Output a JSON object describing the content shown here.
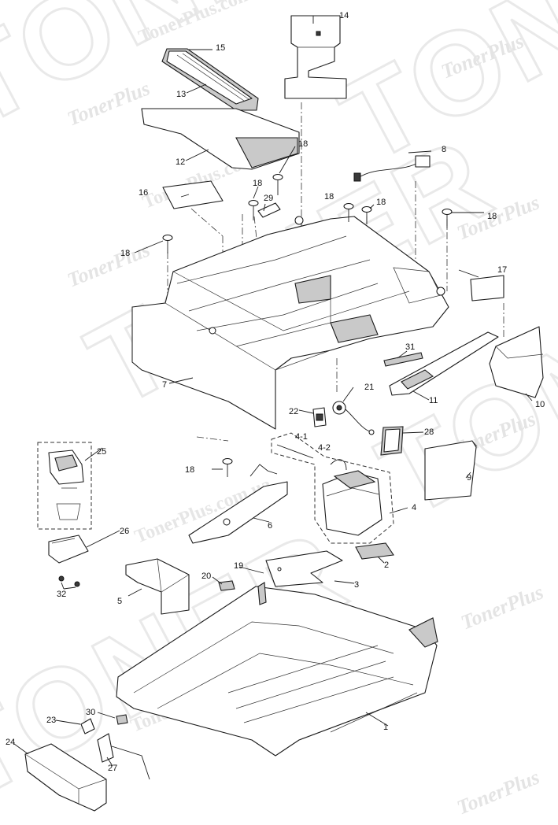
{
  "diagram": {
    "watermarks": {
      "brand": "TONER",
      "site": "TonerPlus",
      "url": "TonerPlus.com.ua"
    },
    "callouts": {
      "c1": "1",
      "c2": "2",
      "c3": "3",
      "c4": "4",
      "c4_1": "4-1",
      "c4_2": "4-2",
      "c5": "5",
      "c6": "6",
      "c7": "7",
      "c8": "8",
      "c9": "9",
      "c10": "10",
      "c11": "11",
      "c12": "12",
      "c13": "13",
      "c14": "14",
      "c15": "15",
      "c16": "16",
      "c17": "17",
      "c18a": "18",
      "c18b": "18",
      "c18c": "18",
      "c18d": "18",
      "c18e": "18",
      "c18f": "18",
      "c18g": "18",
      "c19": "19",
      "c20": "20",
      "c21": "21",
      "c22": "22",
      "c23": "23",
      "c24": "24",
      "c25": "25",
      "c26": "26",
      "c27": "27",
      "c28": "28",
      "c29": "29",
      "c30": "30",
      "c31": "31",
      "c32": "32"
    }
  }
}
